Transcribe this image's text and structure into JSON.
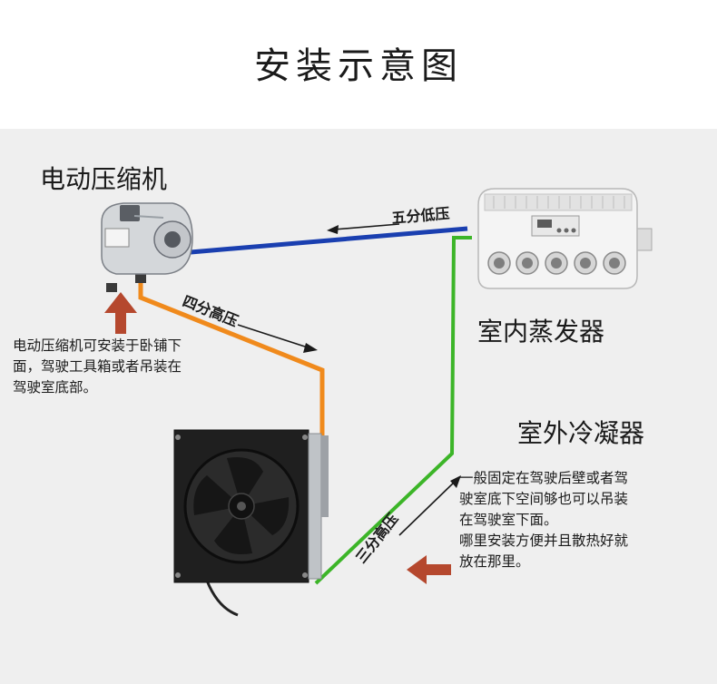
{
  "title": "安装示意图",
  "components": {
    "compressor": "电动压缩机",
    "evaporator": "室内蒸发器",
    "condenser": "室外冷凝器"
  },
  "pipes": {
    "low_pressure": "五分低压",
    "high_pressure_4": "四分高压",
    "high_pressure_3": "三分高压"
  },
  "notes": {
    "compressor": [
      "电动压缩机可安装于卧铺下",
      "面，驾驶工具箱或者吊装在",
      "驾驶室底部。"
    ],
    "condenser": [
      "一般固定在驾驶后壁或者驾",
      "驶室底下空间够也可以吊装",
      "在驾驶室下面。",
      "哪里安装方便并且散热好就",
      "放在那里。"
    ]
  },
  "colors": {
    "low_pressure_pipe": "#1a3fb0",
    "high_pressure_4_pipe": "#f08a1c",
    "high_pressure_3_pipe": "#3cb528",
    "arrow_red": "#b5482e"
  }
}
